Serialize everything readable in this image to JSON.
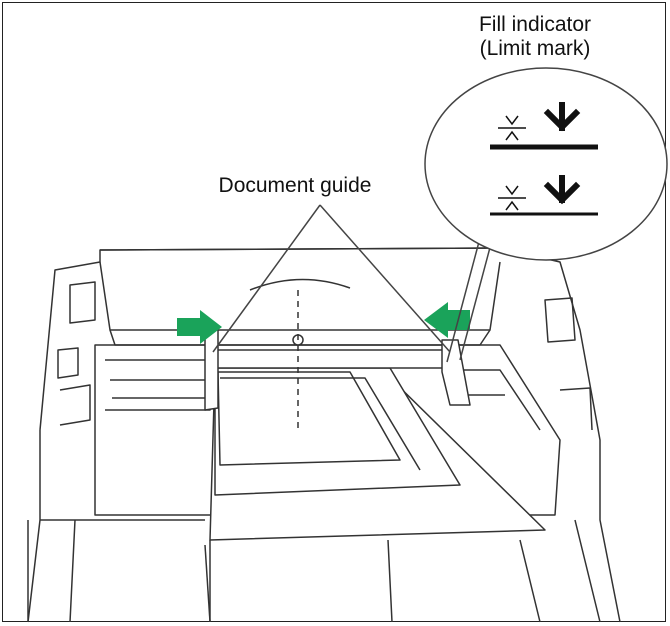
{
  "labels": {
    "fill_indicator_line1": "Fill indicator",
    "fill_indicator_line2": "(Limit mark)",
    "document_guide": "Document guide"
  },
  "icons": {
    "limit_mark": "limit-mark-icon",
    "arrow_down": "arrow-down-icon",
    "guide_arrow": "arrow-right-icon"
  },
  "colors": {
    "line": "#333333",
    "arrow_green": "#1aa35a",
    "paper": "#ffffff"
  }
}
